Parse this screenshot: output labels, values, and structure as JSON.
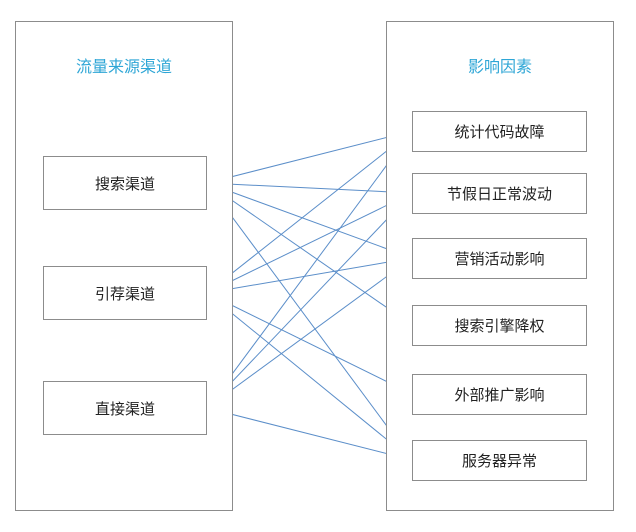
{
  "left_panel": {
    "title": "流量来源渠道",
    "nodes": [
      "搜索渠道",
      "引荐渠道",
      "直接渠道"
    ]
  },
  "right_panel": {
    "title": "影响因素",
    "nodes": [
      "统计代码故障",
      "节假日正常波动",
      "营销活动影响",
      "搜索引擎降权",
      "外部推广影响",
      "服务器异常"
    ]
  },
  "connections": [
    {
      "from": 0,
      "to": [
        0,
        1,
        2,
        3,
        5
      ]
    },
    {
      "from": 1,
      "to": [
        0,
        1,
        2,
        4,
        5
      ]
    },
    {
      "from": 2,
      "to": [
        0,
        1,
        2,
        5
      ]
    }
  ],
  "colors": {
    "title": "#2ea6d6",
    "line": "#5b8ec9",
    "border": "#8c8c8c"
  }
}
